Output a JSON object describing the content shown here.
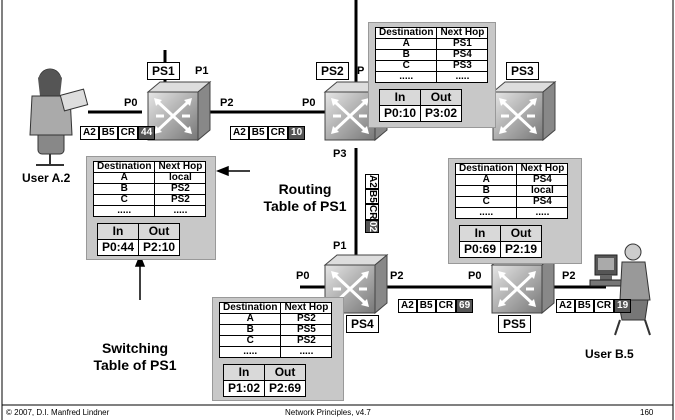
{
  "switches": {
    "ps1": {
      "label": "PS1",
      "ports": {
        "p1": "P1",
        "p0": "P0",
        "p2": "P2"
      }
    },
    "ps2": {
      "label": "PS2",
      "ports": {
        "p0": "P0",
        "p3": "P3",
        "p2": "P"
      }
    },
    "ps3": {
      "label": "PS3"
    },
    "ps4": {
      "label": "PS4",
      "ports": {
        "p1": "P1",
        "p0": "P0",
        "p2": "P2"
      }
    },
    "ps5": {
      "label": "PS5",
      "ports": {
        "p0": "P0",
        "p2": "P2"
      }
    }
  },
  "users": {
    "a2": "User A.2",
    "b5": "User B.5"
  },
  "packets": {
    "p1": [
      "A2",
      "B5",
      "CR",
      "44"
    ],
    "p2": [
      "A2",
      "B5",
      "CR",
      "10"
    ],
    "p3": [
      "A2",
      "B5",
      "CR",
      "02"
    ],
    "p4": [
      "A2",
      "B5",
      "CR",
      "69"
    ],
    "p5": [
      "A2",
      "B5",
      "CR",
      "19"
    ]
  },
  "captions": {
    "routing_line1": "Routing",
    "routing_line2": "Table of PS1",
    "switching_line1": "Switching",
    "switching_line2": "Table of PS1"
  },
  "routing_header": {
    "dest": "Destination",
    "hop": "Next Hop"
  },
  "switching_header": {
    "in": "In",
    "out": "Out"
  },
  "tables": {
    "ps1": {
      "routing": [
        [
          "A",
          "local"
        ],
        [
          "B",
          "PS2"
        ],
        [
          "C",
          "PS2"
        ],
        [
          ".....",
          "....."
        ]
      ],
      "switching": [
        "P0:44",
        "P2:10"
      ]
    },
    "ps2": {
      "routing": [
        [
          "A",
          "PS1"
        ],
        [
          "B",
          "PS4"
        ],
        [
          "C",
          "PS3"
        ],
        [
          ".....",
          "....."
        ]
      ],
      "switching": [
        "P0:10",
        "P3:02"
      ]
    },
    "ps5": {
      "routing": [
        [
          "A",
          "PS4"
        ],
        [
          "B",
          "local"
        ],
        [
          "C",
          "PS4"
        ],
        [
          ".....",
          "....."
        ]
      ],
      "switching": [
        "P0:69",
        "P2:19"
      ]
    },
    "ps4": {
      "routing": [
        [
          "A",
          "PS2"
        ],
        [
          "B",
          "PS5"
        ],
        [
          "C",
          "PS2"
        ],
        [
          ".....",
          "....."
        ]
      ],
      "switching": [
        "P1:02",
        "P2:69"
      ]
    }
  },
  "footer": {
    "left": "© 2007, D.I. Manfred Lindner",
    "center": "Network Principles, v4.7",
    "right": "160"
  }
}
